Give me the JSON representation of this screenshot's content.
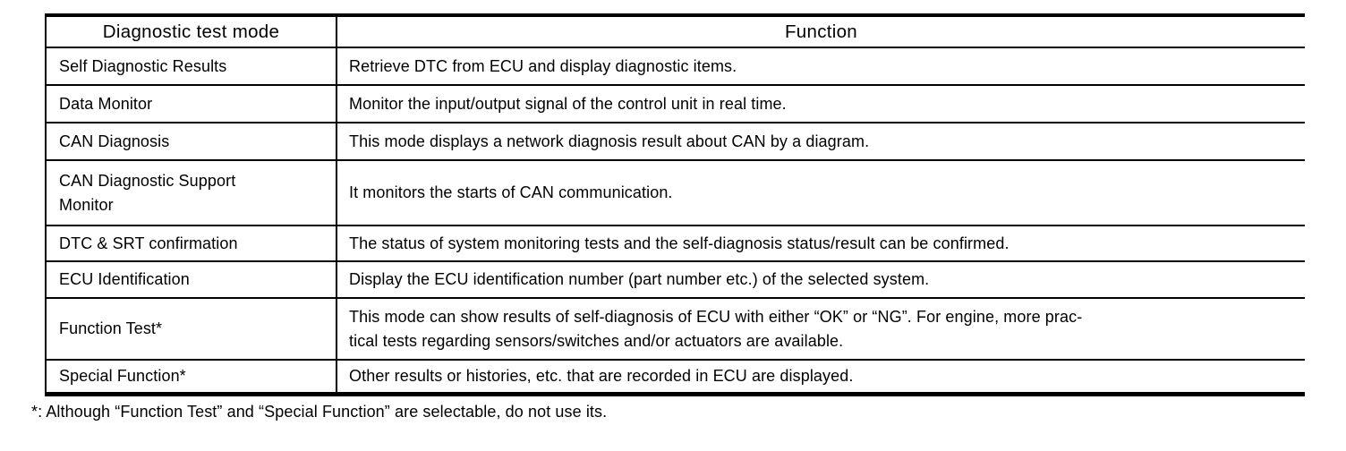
{
  "table": {
    "header": {
      "mode": "Diagnostic test mode",
      "function": "Function"
    },
    "rows": [
      {
        "mode": "Self Diagnostic Results",
        "function": "Retrieve DTC from ECU and display diagnostic items."
      },
      {
        "mode": "Data Monitor",
        "function": "Monitor the input/output signal of the control unit in real time."
      },
      {
        "mode": "CAN Diagnosis",
        "function": "This mode displays a network diagnosis result about CAN by a diagram."
      },
      {
        "mode": "CAN Diagnostic Support\nMonitor",
        "function": "It monitors the starts of CAN communication."
      },
      {
        "mode": "DTC & SRT confirmation",
        "function": "The status of system monitoring tests and the self-diagnosis status/result can be confirmed."
      },
      {
        "mode": "ECU Identification",
        "function": "Display the ECU identification number (part number etc.) of the selected system."
      },
      {
        "mode": "Function Test*",
        "function": "This mode can show results of self-diagnosis of ECU with either “OK” or “NG”. For engine, more prac-\ntical tests regarding sensors/switches and/or actuators are available."
      },
      {
        "mode": "Special Function*",
        "function": "Other results or histories, etc. that are recorded in ECU are displayed."
      }
    ],
    "footnote": "*: Although “Function Test” and “Special Function” are selectable, do not use its."
  },
  "colors": {
    "background": "#ffffff",
    "border": "#000000",
    "text": "#000000"
  }
}
